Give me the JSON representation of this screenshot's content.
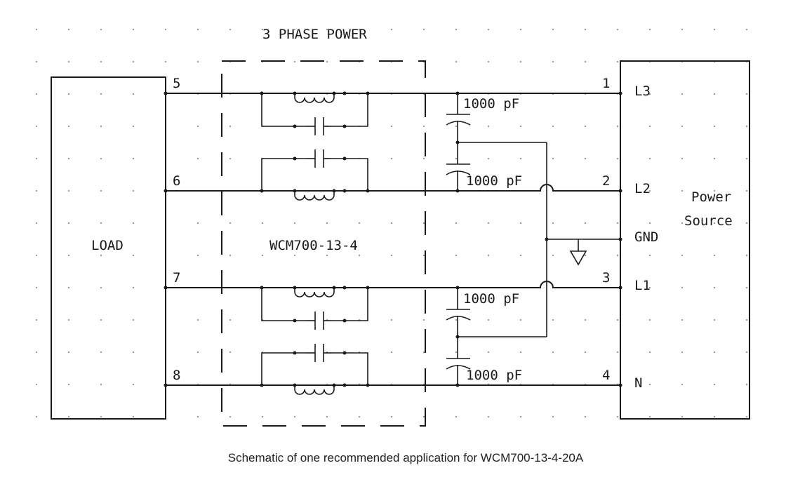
{
  "title": "3 PHASE POWER",
  "filter_part": "WCM700-13-4",
  "load_label": "LOAD",
  "source_label_line1": "Power",
  "source_label_line2": "Source",
  "load_pins": [
    "5",
    "6",
    "7",
    "8"
  ],
  "source_pins": [
    "1",
    "2",
    "3",
    "4"
  ],
  "lines": [
    "L3",
    "L2",
    "L1",
    "N"
  ],
  "gnd_label": "GND",
  "capacitors": [
    "1000 pF",
    "1000 pF",
    "1000 pF",
    "1000 pF"
  ],
  "caption": "Schematic of one recommended application for WCM700-13-4-20A"
}
